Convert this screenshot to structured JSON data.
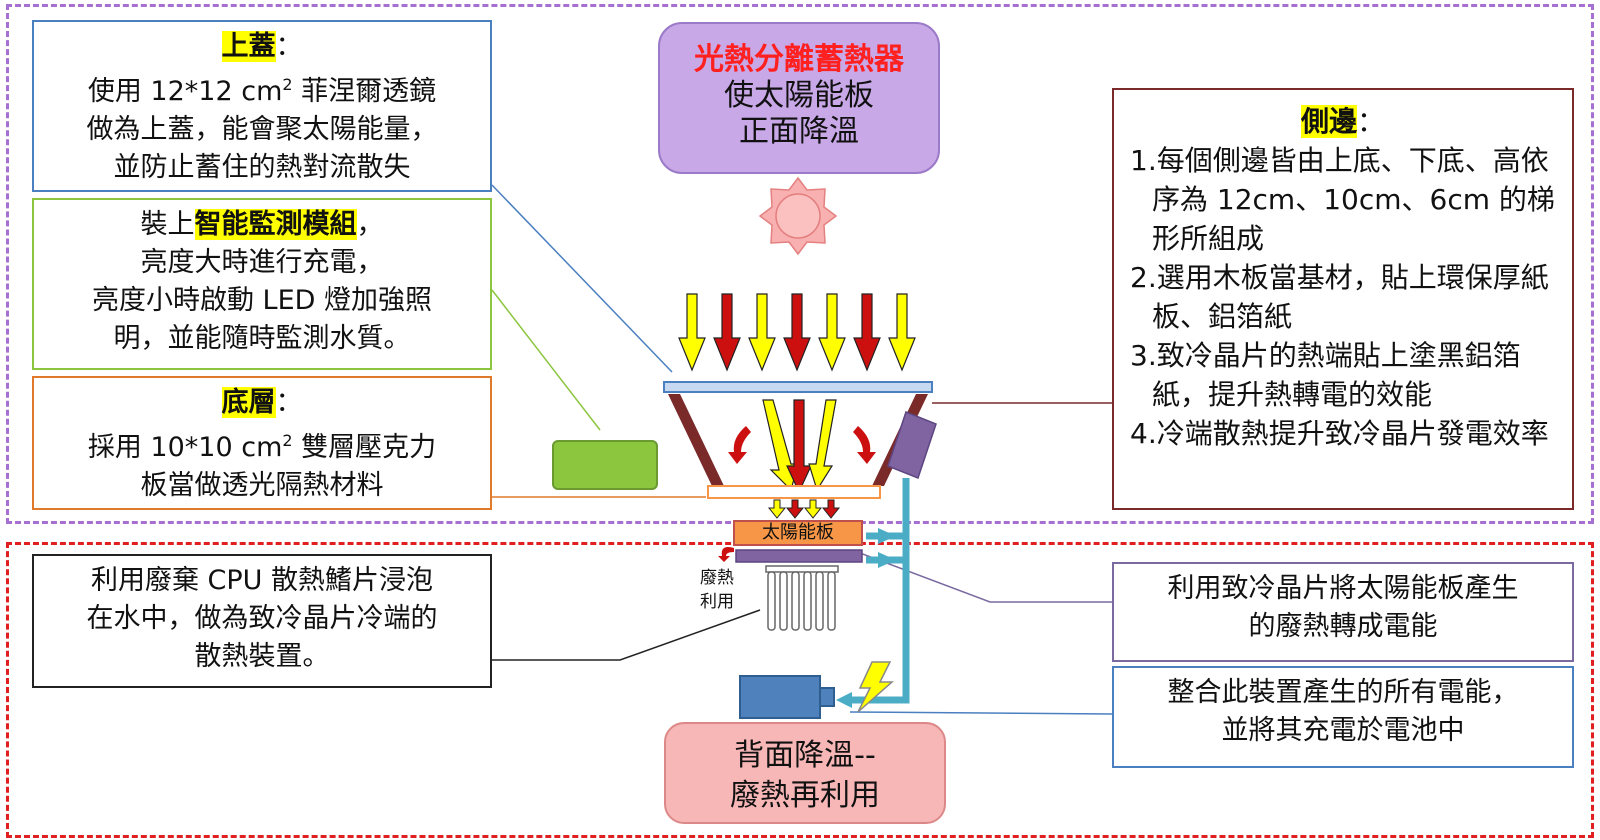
{
  "top_cover": {
    "heading": "上蓋",
    "colon": "：",
    "line1a": "使用 12*12 cm",
    "line1sup": "2",
    "line1b": " 菲涅爾透鏡",
    "line2": "做為上蓋，能會聚太陽能量，",
    "line3": "並防止蓄住的熱對流散失"
  },
  "smart_module": {
    "prefix": "裝上",
    "highlight": "智能監測模組",
    "suffix": "，",
    "line2": "亮度大時進行充電，",
    "line3": "亮度小時啟動 LED 燈加強照",
    "line4": "明，並能隨時監測水質。"
  },
  "bottom_layer": {
    "heading": "底層",
    "colon": "：",
    "line1a": "採用 10*10 cm",
    "line1sup": "2",
    "line1b": " 雙層壓克力",
    "line2": "板當做透光隔熱材料"
  },
  "heat_storage": {
    "title": "光熱分離蓄熱器",
    "line2": "使太陽能板",
    "line3": "正面降溫"
  },
  "sides": {
    "heading": "側邊",
    "colon": "：",
    "items": [
      "1.每個側邊皆由上底、下底、高依序為 12cm、10cm、6cm 的梯形所組成",
      "2.選用木板當基材，貼上環保厚紙板、鋁箔紙",
      "3.致冷晶片的熱端貼上塗黑鋁箔紙，提升熱轉電的效能",
      "4.冷端散熱提升致冷晶片發電效率"
    ]
  },
  "cpu_sink": {
    "line1": "利用廢棄 CPU 散熱鰭片浸泡",
    "line2": "在水中，做為致冷晶片冷端的",
    "line3": "散熱裝置。"
  },
  "tec_convert": {
    "line1": "利用致冷晶片將太陽能板產生",
    "line2": "的廢熱轉成電能"
  },
  "battery_note": {
    "line1": "整合此裝置產生的所有電能，",
    "line2": "並將其充電於電池中"
  },
  "back_cooling": {
    "line1": "背面降溫--",
    "line2": "廢熱再利用"
  },
  "device": {
    "panel_label": "太陽能板",
    "waste_heat_1": "廢熱",
    "waste_heat_2": "利用"
  },
  "colors": {
    "purple_region": "#a66fd0",
    "red_region": "#e02020",
    "arrow_yellow": "#ffff00",
    "arrow_red": "#cc1010",
    "flow_blue": "#4bacc6"
  }
}
